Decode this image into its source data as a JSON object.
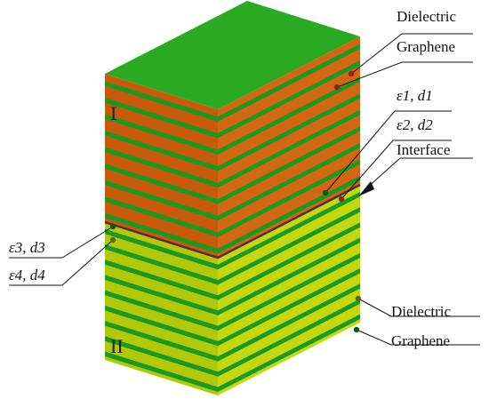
{
  "labels": {
    "dielectric_top": "Dielectric",
    "graphene_top": "Graphene",
    "eps1_d1": "ε1, d1",
    "eps2_d2": "ε2, d2",
    "interface": "Interface",
    "eps3_d3": "ε3, d3",
    "eps4_d4": "ε4, d4",
    "dielectric_bottom": "Dielectric",
    "graphene_bottom": "Graphene",
    "region_1": "I",
    "region_2": "II"
  },
  "colors": {
    "graphene": "#1a9a23",
    "top_face": "#2aaa22",
    "dielectric_1_front": "#c95a0c",
    "dielectric_1_side": "#d46512",
    "dielectric_2_front": "#b4c80a",
    "dielectric_2_side": "#c5d70f",
    "interface_line": "#5a2a45"
  },
  "structure": {
    "region_1_periods": 9,
    "region_2_periods": 9
  }
}
